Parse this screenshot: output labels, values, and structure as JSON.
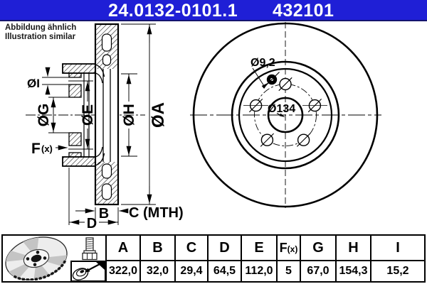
{
  "header": {
    "part_number": "24.0132-0101.1",
    "reference_number": "432101",
    "bg_color": "#1f1fd6",
    "text_color": "#ffffff"
  },
  "note": {
    "line1": "Abbildung ähnlich",
    "line2": "Illustration similar"
  },
  "drawing": {
    "section_labels": {
      "dia_i": "ØI",
      "dia_g": "ØG",
      "dia_e": "ØE",
      "dia_h": "ØH",
      "dia_a": "ØA",
      "f_main": "F",
      "f_sub": "(x)",
      "b": "B",
      "c": "C (MTH)",
      "d": "D"
    },
    "front_labels": {
      "hole_dia": "Ø9,2",
      "center_dia": "Ø134"
    }
  },
  "table": {
    "columns": [
      "A",
      "B",
      "C",
      "D",
      "E",
      "F(x)",
      "G",
      "H",
      "I"
    ],
    "f_main": "F",
    "f_sub": "(x)",
    "values": [
      "322,0",
      "32,0",
      "29,4",
      "64,5",
      "112,0",
      "5",
      "67,0",
      "154,3",
      "15,2"
    ],
    "icons": {
      "disc": "brake-disc-3d-view",
      "bolt": "mounting-bolt",
      "direction": "disc-mounting-direction"
    }
  },
  "colors": {
    "header_bg": "#1f1fd6",
    "header_border": "#15156e",
    "line": "#000000"
  }
}
